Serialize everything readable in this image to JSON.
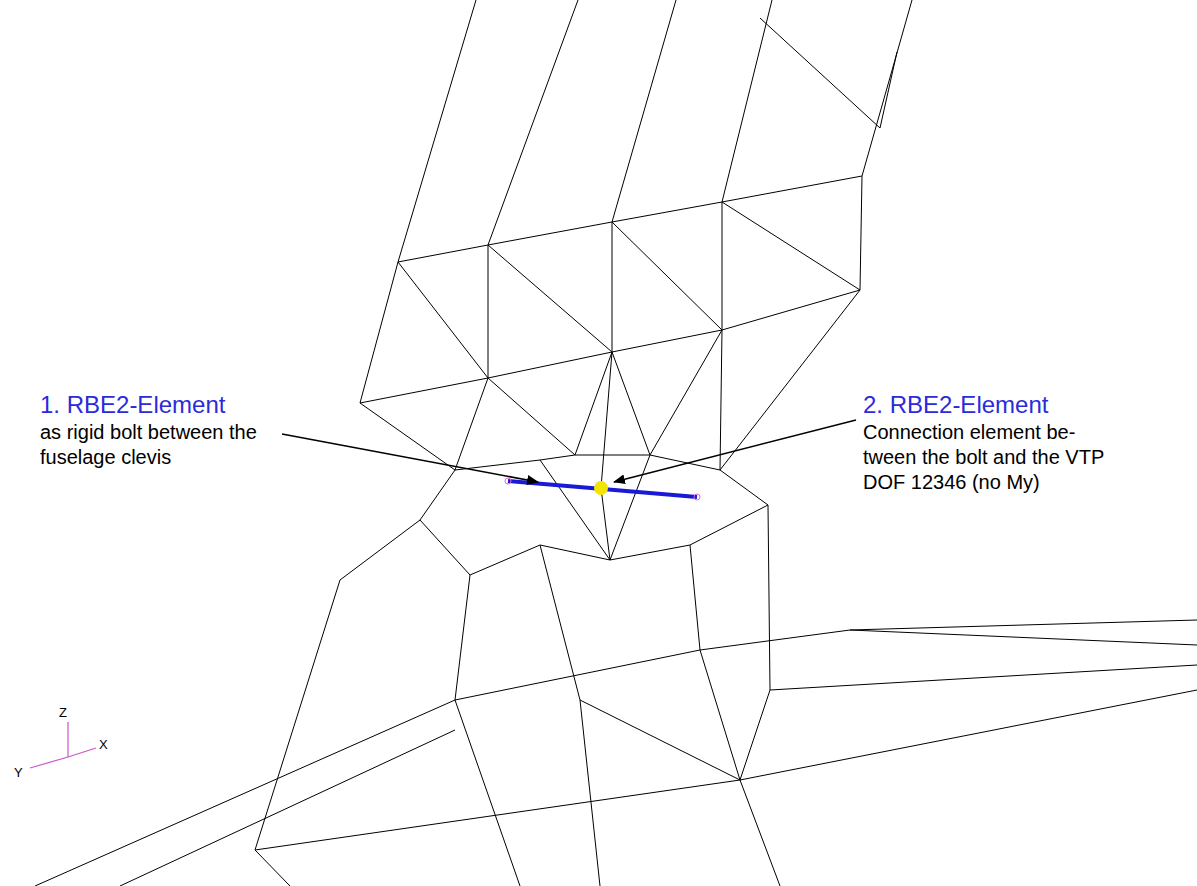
{
  "diagram": {
    "labels": [
      "1. RBE2-Element",
      "as rigid bolt between the fuselage clevis",
      "2. RBE2-Element",
      "Connection element be- tween the bolt and the VTP DOF 12346 (no My)",
      "Z",
      "Y",
      "X"
    ]
  }
}
